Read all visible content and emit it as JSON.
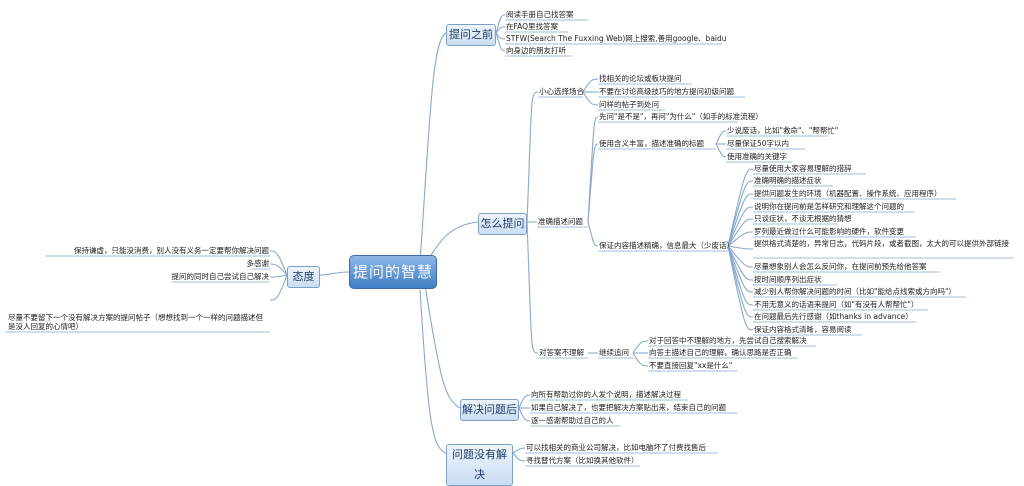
{
  "root": "提问的智慧",
  "branches": {
    "before": {
      "label": "提问之前",
      "items": [
        "阅读手册自己找答案",
        "在FAQ里找答案",
        "STFW(Search The Fuxxing Web)网上搜索,善用google、baidu",
        "向身边的朋友打听"
      ]
    },
    "how": {
      "label": "怎么提问",
      "careful": {
        "label": "小心选择场合",
        "items": [
          "找相关的论坛或板块提问",
          "不要在讨论高级技巧的地方提问初级问题",
          "问样的帖子到处问"
        ]
      },
      "accurate": {
        "label": "准确描述问题",
        "yesno": "先问\"是不是\"，再问\"为什么\"（如手的标准流程）",
        "title": {
          "label": "使用含义丰富，描述准确的标题",
          "items": [
            "少说废话，比如\"救命\"、\"帮帮忙\"",
            "尽量保证50字以内",
            "使用准确的关键字"
          ]
        },
        "content": {
          "label": "保证内容描述精确，信息最大（少废话）",
          "items": [
            "尽量使用大家容易理解的措辞",
            "准确明确的描述症状",
            "提供问题发生的环境（机器配置、操作系统、应用程序）",
            "说明你在提问前是怎样研究和理解这个问题的",
            "只谈症状，不谈无根据的猜想",
            "罗列最近做过什么可能影响的硬件，软件变更",
            "提供格式清楚的，异常日志，代码片段，或者截图，太大的可以提供外部链接",
            "尽量想象别人会怎么反问你，在提问前预先给他答案",
            "按时间顺序列出症状",
            "减少别人帮你解决问题的时间（比如\"能给点线索或方向吗\"）",
            "不用无意义的话语来提问（如\"有没有人帮帮忙\"）",
            "在问题最后先行感谢（如thanks in advance）",
            "保证内容格式清晰，容易阅读"
          ]
        }
      },
      "notunderstand": {
        "label": "对答案不理解",
        "sub": "继续追问",
        "items": [
          "对于回答中不理解的地方，先尝试自己搜索解决",
          "向答主描述自己的理解，确认思路是否正确",
          "不要直接回复\"xx是什么\""
        ]
      }
    },
    "solved": {
      "label": "解决问题后",
      "items": [
        "向所有帮助过你的人发个说明，描述解决过程",
        "如果自己解决了，也要把解决方案贴出来，结束自己的问题",
        "逐一感谢帮助过自己的人"
      ]
    },
    "unsolved": {
      "label": "问题没有解决",
      "items": [
        "可以找相关的商业公司解决，比如电脑坏了付费找售后",
        "寻找替代方案（比如换其他软件）"
      ]
    },
    "attitude": {
      "label": "态度",
      "items": [
        "保持谦虚，只能没消费，别人没有义务一定要帮你解决问题",
        "多感谢",
        "提问的同时自己尝试自己解决",
        "尽量不要留下一个没有解决方案的提问帖子（想想找到一个一样的问题描述但是没人回复的心情吧）"
      ]
    }
  },
  "colors": {
    "line": "#7f9fc5",
    "root_fill": "#4a86c8",
    "node_fill": "#d6e6f7"
  }
}
